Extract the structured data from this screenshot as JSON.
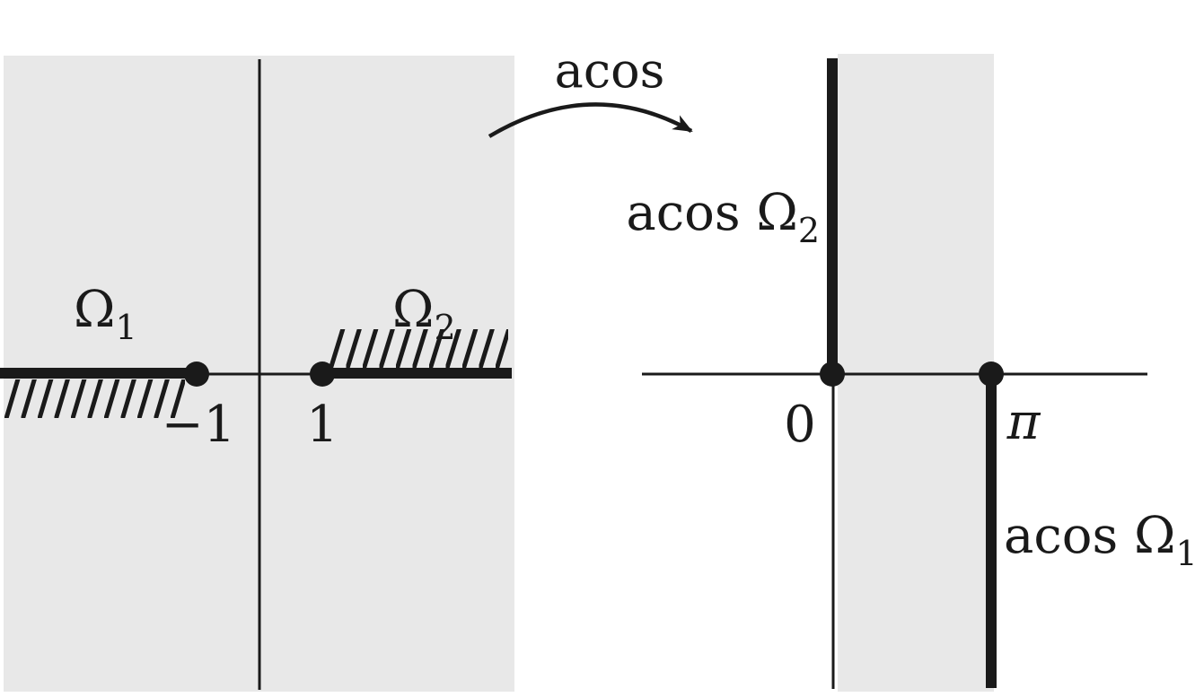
{
  "colors": {
    "region_fill": "#e8e8e8",
    "ink": "#1a1a1a"
  },
  "map": {
    "function_label": "acos"
  },
  "left_plane": {
    "branch_cut_1_label": {
      "base": "Ω",
      "sub": "1"
    },
    "branch_cut_2_label": {
      "base": "Ω",
      "sub": "2"
    },
    "tick_minus_one": "−1",
    "tick_one": "1"
  },
  "right_plane": {
    "tick_zero": "0",
    "tick_pi": "π",
    "image_cut_2_label": {
      "base": "acos Ω",
      "sub": "2"
    },
    "image_cut_1_label": {
      "base": "acos Ω",
      "sub": "1"
    }
  }
}
